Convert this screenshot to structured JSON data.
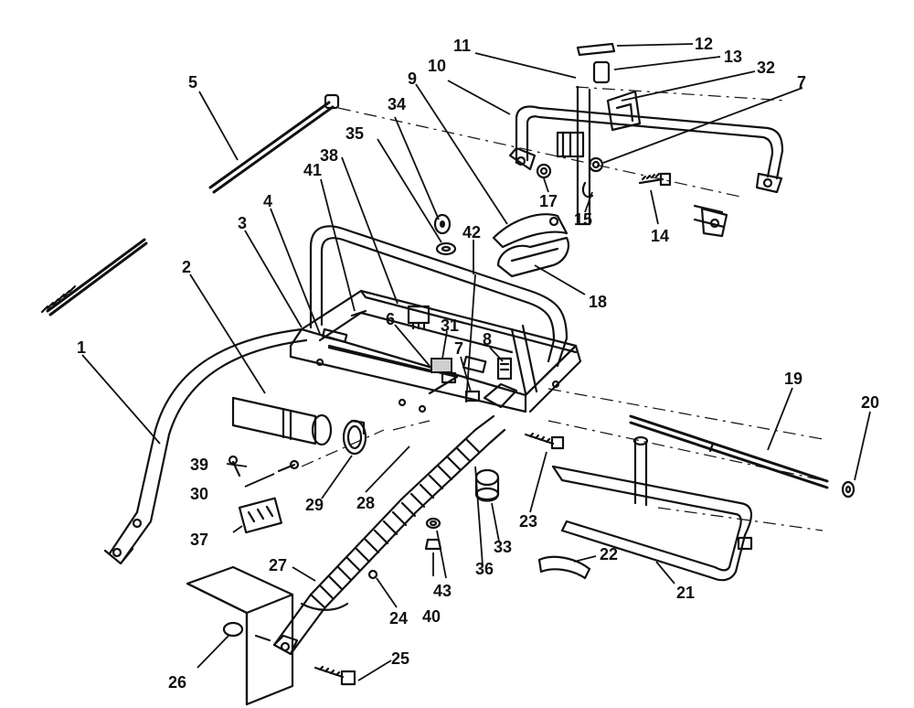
{
  "labels": [
    {
      "id": "1",
      "text": "1"
    },
    {
      "id": "2",
      "text": "2"
    },
    {
      "id": "3",
      "text": "3"
    },
    {
      "id": "4",
      "text": "4"
    },
    {
      "id": "5",
      "text": "5"
    },
    {
      "id": "6",
      "text": "6"
    },
    {
      "id": "7a",
      "text": "7"
    },
    {
      "id": "7b",
      "text": "7"
    },
    {
      "id": "8",
      "text": "8"
    },
    {
      "id": "9",
      "text": "9"
    },
    {
      "id": "10",
      "text": "10"
    },
    {
      "id": "11",
      "text": "11"
    },
    {
      "id": "12",
      "text": "12"
    },
    {
      "id": "13",
      "text": "13"
    },
    {
      "id": "14",
      "text": "14"
    },
    {
      "id": "15",
      "text": "15"
    },
    {
      "id": "17",
      "text": "17"
    },
    {
      "id": "18",
      "text": "18"
    },
    {
      "id": "19",
      "text": "19"
    },
    {
      "id": "20",
      "text": "20"
    },
    {
      "id": "21",
      "text": "21"
    },
    {
      "id": "22",
      "text": "22"
    },
    {
      "id": "23",
      "text": "23"
    },
    {
      "id": "24",
      "text": "24"
    },
    {
      "id": "25",
      "text": "25"
    },
    {
      "id": "26",
      "text": "26"
    },
    {
      "id": "27",
      "text": "27"
    },
    {
      "id": "28",
      "text": "28"
    },
    {
      "id": "29",
      "text": "29"
    },
    {
      "id": "30",
      "text": "30"
    },
    {
      "id": "31",
      "text": "31"
    },
    {
      "id": "32",
      "text": "32"
    },
    {
      "id": "33",
      "text": "33"
    },
    {
      "id": "34",
      "text": "34"
    },
    {
      "id": "35",
      "text": "35"
    },
    {
      "id": "36",
      "text": "36"
    },
    {
      "id": "37",
      "text": "37"
    },
    {
      "id": "38",
      "text": "38"
    },
    {
      "id": "39",
      "text": "39"
    },
    {
      "id": "40",
      "text": "40"
    },
    {
      "id": "41",
      "text": "41"
    },
    {
      "id": "42",
      "text": "42"
    },
    {
      "id": "43",
      "text": "43"
    }
  ]
}
